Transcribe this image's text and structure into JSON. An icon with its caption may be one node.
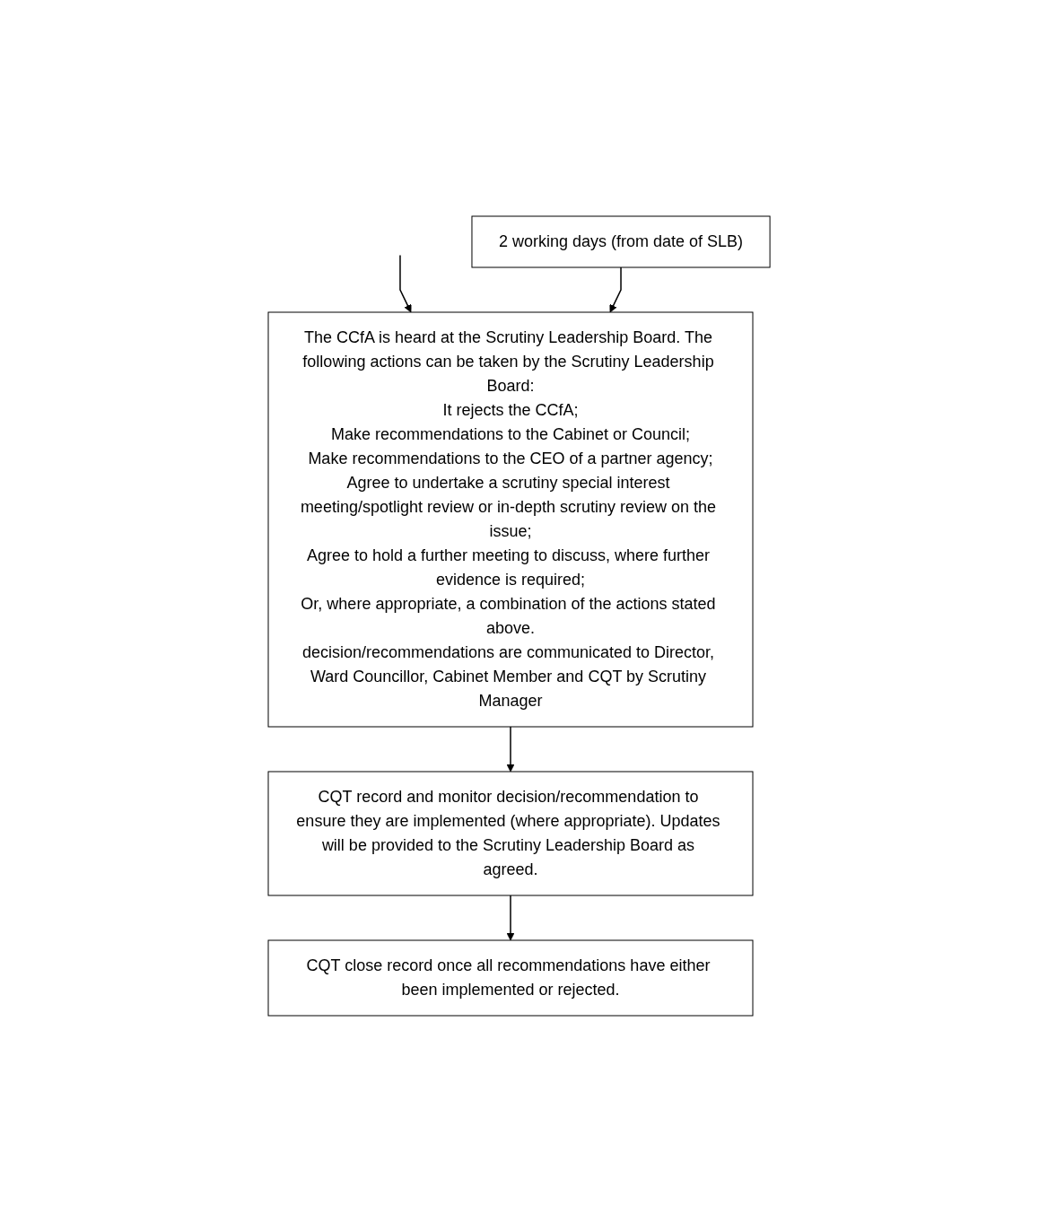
{
  "diagram": {
    "nodes": [
      {
        "text": [
          "The CCfA is heard at the Scrutiny Leadership Board. The following actions can be taken by the Scrutiny Leadership Board:",
          "It rejects the CCfA;",
          "Make recommendations to the Cabinet or Council;",
          "Make recommendations to the CEO of a partner agency;",
          "Agree to undertake a scrutiny special interest meeting/spotlight review or in-depth scrutiny review on the issue;",
          "Agree to hold a further meeting to discuss, where further evidence is required;",
          "Or, where appropriate, a combination of the actions stated above.",
          "decision/recommendations are communicated to Director, Ward Councillor, Cabinet Member and CQT by Scrutiny Manager"
        ]
      },
      {
        "text": [
          "2 working days (from date of SLB)"
        ]
      },
      {
        "text": [
          "CQT record and monitor decision/recommendation to ensure they are implemented (where appropriate). Updates will be provided to the Scrutiny Leadership Board as agreed."
        ]
      },
      {
        "text": [
          "CQT close record once all recommendations have either been implemented or rejected."
        ]
      }
    ],
    "edges": [
      {
        "from": null,
        "to": 0,
        "arrow": "to"
      },
      {
        "from": 1,
        "to": 0,
        "arrow": "to"
      },
      {
        "from": 0,
        "to": 2,
        "arrow": "to"
      },
      {
        "from": 2,
        "to": 3,
        "arrow": "to"
      }
    ]
  }
}
